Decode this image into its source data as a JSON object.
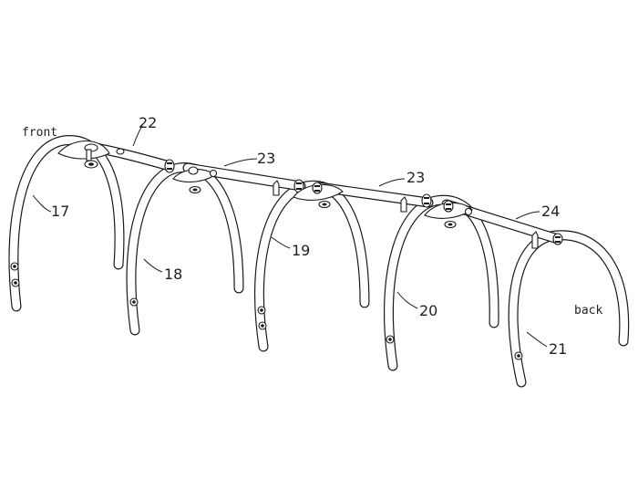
{
  "labels": {
    "front": "front",
    "back": "back",
    "n17": "17",
    "n18": "18",
    "n19": "19",
    "n20": "20",
    "n21": "21",
    "n22": "22",
    "n23a": "23",
    "n23b": "23",
    "n24": "24"
  }
}
